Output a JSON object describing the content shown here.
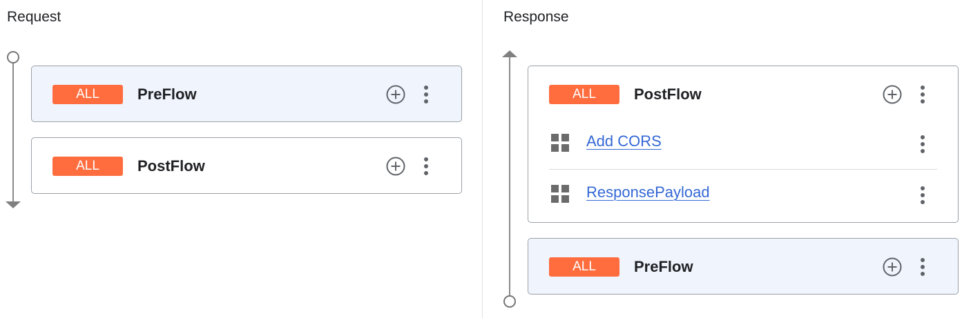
{
  "request": {
    "title": "Request",
    "flows": [
      {
        "badge": "ALL",
        "name": "PreFlow",
        "active": true
      },
      {
        "badge": "ALL",
        "name": "PostFlow",
        "active": false
      }
    ]
  },
  "response": {
    "title": "Response",
    "flows": [
      {
        "badge": "ALL",
        "name": "PostFlow",
        "active": false,
        "policies": [
          {
            "name": "Add CORS"
          },
          {
            "name": "ResponsePayload"
          }
        ]
      },
      {
        "badge": "ALL",
        "name": "PreFlow",
        "active": true
      }
    ]
  },
  "icons": {
    "add": "add-circle-icon",
    "more": "more-vert-icon",
    "policy": "grid-icon"
  },
  "colors": {
    "badge": "#ff6d3f",
    "active_card": "#f0f4fd",
    "link": "#3367d6",
    "border": "#9aa0a6"
  }
}
